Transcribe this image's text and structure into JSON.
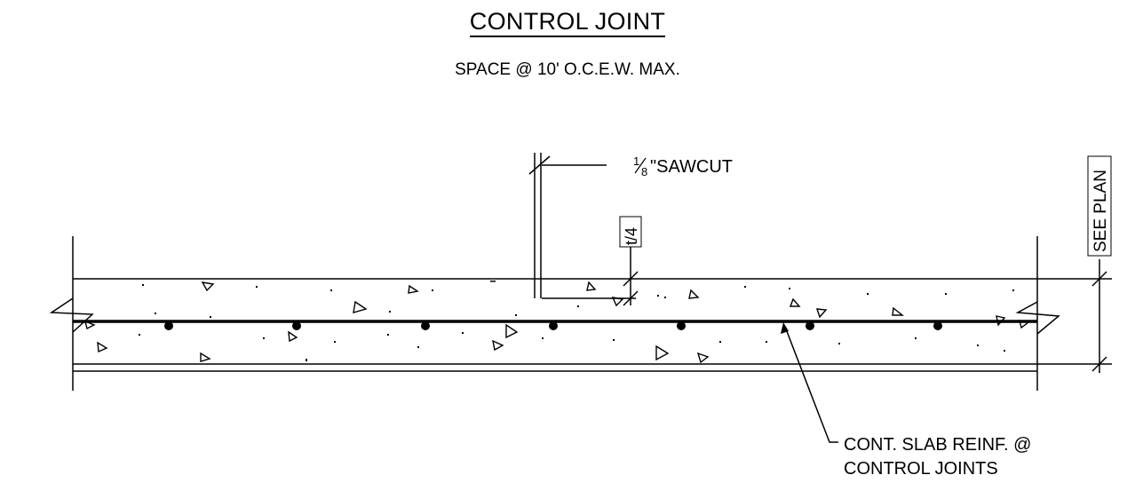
{
  "title": "CONTROL JOINT",
  "subtitle": "SPACE @ 10' O.C.E.W. MAX.",
  "labels": {
    "sawcut_num": "1",
    "sawcut_den": "8",
    "sawcut_text": "\"SAWCUT",
    "depth": "t/4",
    "see_plan": "SEE PLAN",
    "reinf_line1": "CONT. SLAB REINF. @",
    "reinf_line2": "CONTROL JOINTS"
  }
}
